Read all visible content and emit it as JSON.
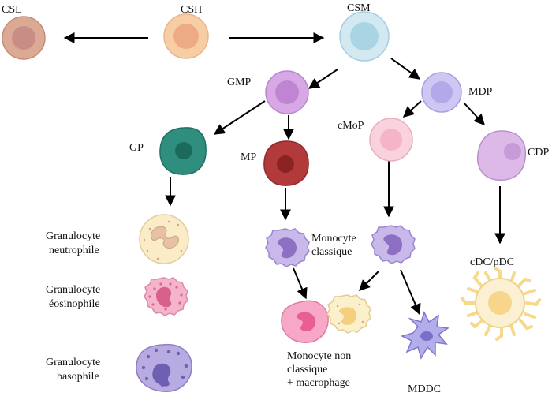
{
  "labels": {
    "csl": "CSL",
    "csh": "CSH",
    "csm": "CSM",
    "gmp": "GMP",
    "mdp": "MDP",
    "gp": "GP",
    "mp": "MP",
    "cmop": "cMoP",
    "cdp": "CDP",
    "granulocyte_neutrophile": [
      "Granulocyte",
      "neutrophile"
    ],
    "granulocyte_eosinophile": [
      "Granulocyte",
      "éosinophile"
    ],
    "granulocyte_basophile": [
      "Granulocyte",
      "basophile"
    ],
    "monocyte_classique": [
      "Monocyte",
      "classique"
    ],
    "monocyte_non_classique": [
      "Monocyte non",
      "classique",
      "+ macrophage"
    ],
    "mddc": "MDDC",
    "cdc_pdc": "cDC/pDC"
  },
  "colors": {
    "csl": "#d9a58f",
    "csh": "#f3c79c",
    "csm": "#cfe6f0",
    "gmp": "#cf9bde",
    "mdp": "#c7bdf0",
    "gp": "#2e8f7e",
    "mp": "#b23a3a",
    "cmop": "#f7cbd6",
    "cdp": "#dcb6e6",
    "neutrophile": "#f8e7bd",
    "eosinophile": "#f2a5c2",
    "basophile": "#b5a8e0",
    "monocyte": "#c3b1e6",
    "macrophage": "#f7a9c6",
    "monocyte_non_classique": "#fbeecb",
    "mddc": "#b0acea",
    "cdc": "#fbeecb",
    "arrow": "#000000"
  }
}
